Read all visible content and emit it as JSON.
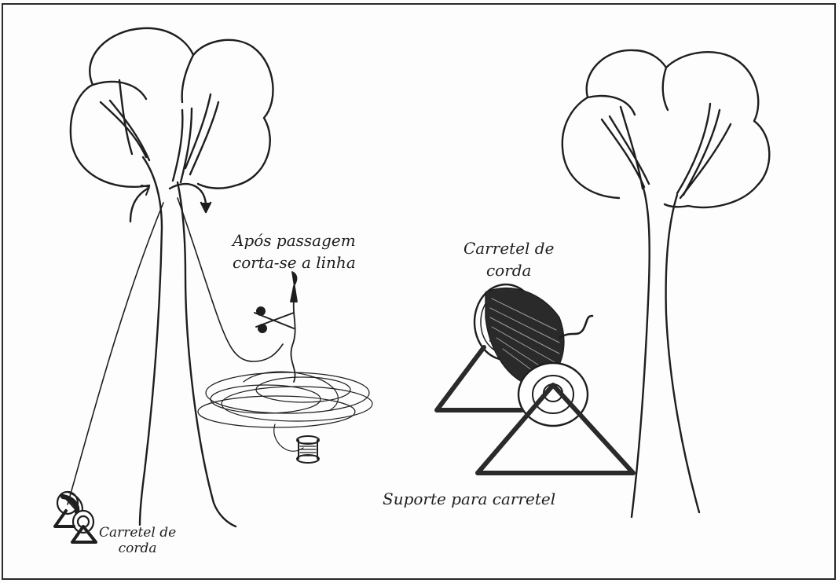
{
  "labels": {
    "apos_passagem_line1": "Após passagem",
    "apos_passagem_line2": "corta-se a linha",
    "carretel_center_line1": "Carretel de",
    "carretel_center_line2": "corda",
    "carretel_left_line1": "Carretel de",
    "carretel_left_line2": "corda",
    "suporte": "Suporte para carretel"
  },
  "colors": {
    "ink": "#1e1e1e",
    "frame": "#2a2a2a",
    "background": "#fdfdfd"
  },
  "icons": [
    "tree-icon",
    "scissors-icon",
    "thread-spool-icon",
    "rope-reel-icon",
    "triangle-stand-icon",
    "curved-arrow-icon"
  ]
}
